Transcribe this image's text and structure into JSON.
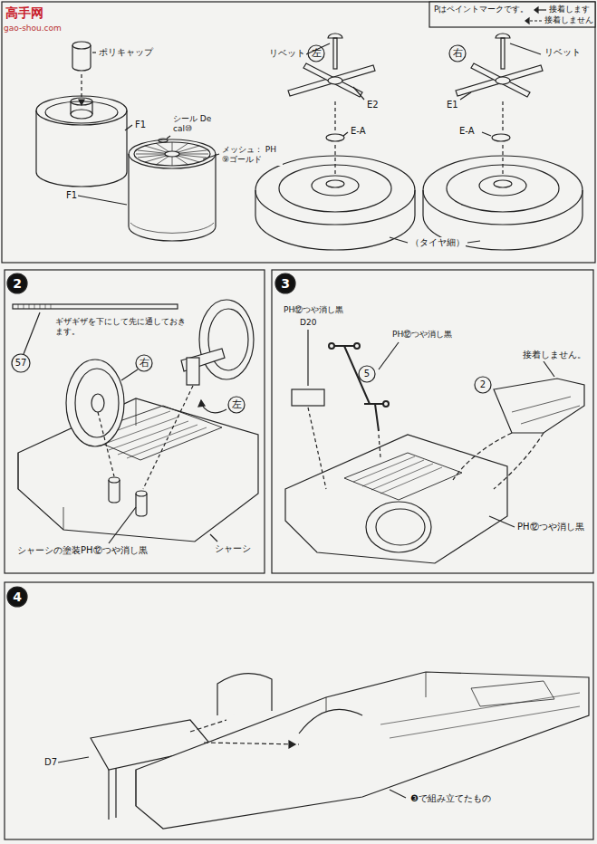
{
  "diagram": {
    "labels": [
      "高手网",
      "gao-shou.com",
      "Pはペイントマークです。",
      "接着します",
      "接着しません",
      "ポリキャップ",
      "F1",
      "シール Decal⑩",
      "メッシュ： PH⑨ゴールド",
      "F1",
      "リベット",
      "左",
      "E2",
      "E-A",
      "右",
      "リベット",
      "E1",
      "E-A",
      "（タイヤ細）",
      "2",
      "ギザギザを下にして先に通しておきます。",
      "57",
      "右",
      "左",
      "シャーシの塗装PH⑫つや消し黒",
      "シャーシ",
      "3",
      "PH⑫つや消し黒",
      "D20",
      "PH⑫つや消し黒",
      "5",
      "接着しません。",
      "2",
      "PH⑫つや消し黒",
      "4",
      "D7",
      "❸で組み立てたもの"
    ]
  }
}
